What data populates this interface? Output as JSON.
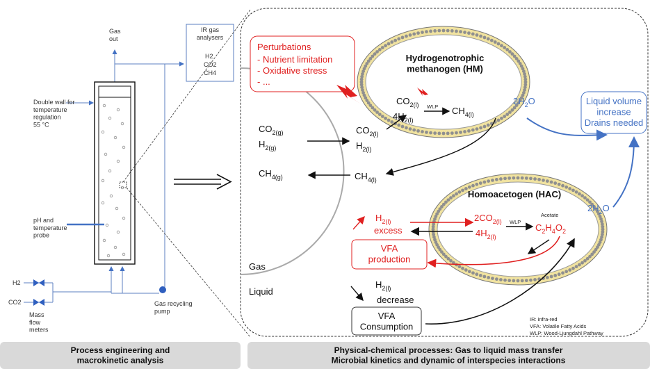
{
  "reactor": {
    "gas_out": "Gas\nout",
    "ir_box": "IR gas\nanalysers",
    "ir_gases": [
      "H2",
      "CO2",
      "CH4"
    ],
    "double_wall": "Double wall for\ntemperature\nregulation\n55 °C",
    "ph_probe": "pH and\ntemperature\nprobe",
    "h2": "H2",
    "co2": "CO2",
    "mfm": "Mass\nflow\nmeters",
    "pump": "Gas recycling\npump"
  },
  "perturb": {
    "title": "Perturbations",
    "items": [
      "Nutrient limitation",
      "Oxidative stress",
      "..."
    ]
  },
  "hm": {
    "title": "Hydrogenotrophic\nmethanogen (HM)"
  },
  "hac": {
    "title": "Homoacetogen (HAC)"
  },
  "liquid_box": "Liquid volume\nincrease\nDrains needed",
  "gas_label": "Gas",
  "liquid_label": "Liquid",
  "wlp": "WLP",
  "acetate": "Acetate",
  "h2_excess": "excess",
  "h2_decrease": "decrease",
  "vfa_prod": "VFA\nproduction",
  "vfa_cons": "VFA\nConsumption",
  "legend": [
    "IR: infra-red",
    "VFA: Volatile Fatty Acids",
    "WLP: Wood-Ljungdahl Pathway"
  ],
  "footer": {
    "left": "Process engineering and\nmacrokinetic analysis",
    "right": "Physical-chemical processes: Gas to liquid mass transfer\nMicrobial kinetics and dynamic of interspecies interactions"
  },
  "colors": {
    "red": "#e02020",
    "blue": "#4472c4",
    "membrane": "#f1e3a0",
    "bead": "#8f8f8f"
  }
}
